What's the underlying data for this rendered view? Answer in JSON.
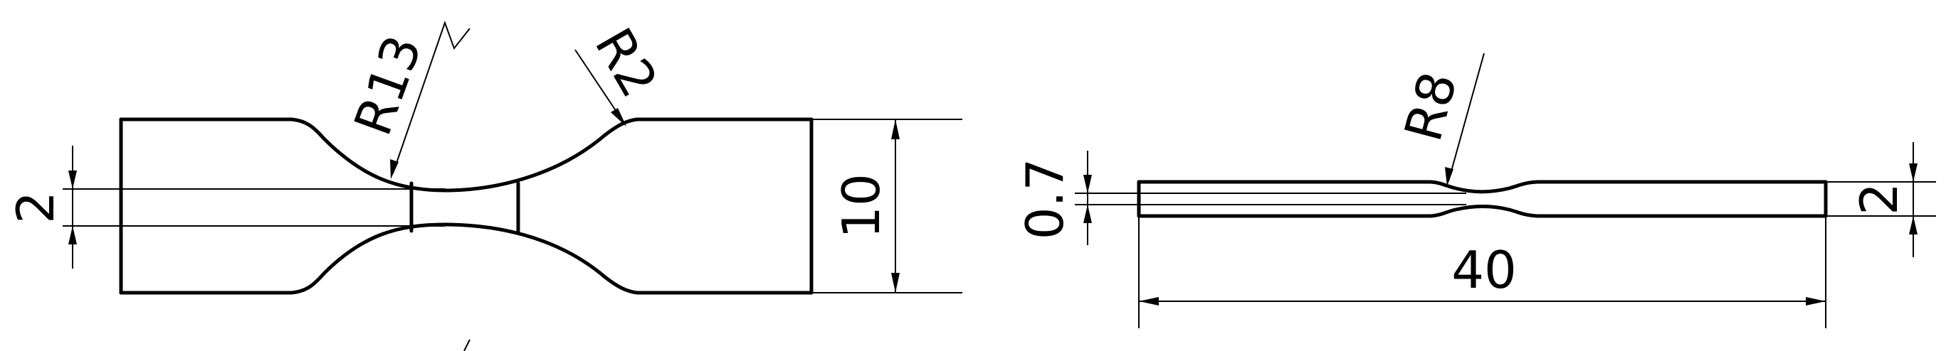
{
  "left_view": {
    "dim_width": "2",
    "dim_height": "10",
    "radius_large": "R13",
    "radius_small": "R2"
  },
  "right_view": {
    "dim_thickness": "0.7",
    "dim_total_thickness": "2",
    "radius": "R8",
    "dim_length": "40"
  }
}
